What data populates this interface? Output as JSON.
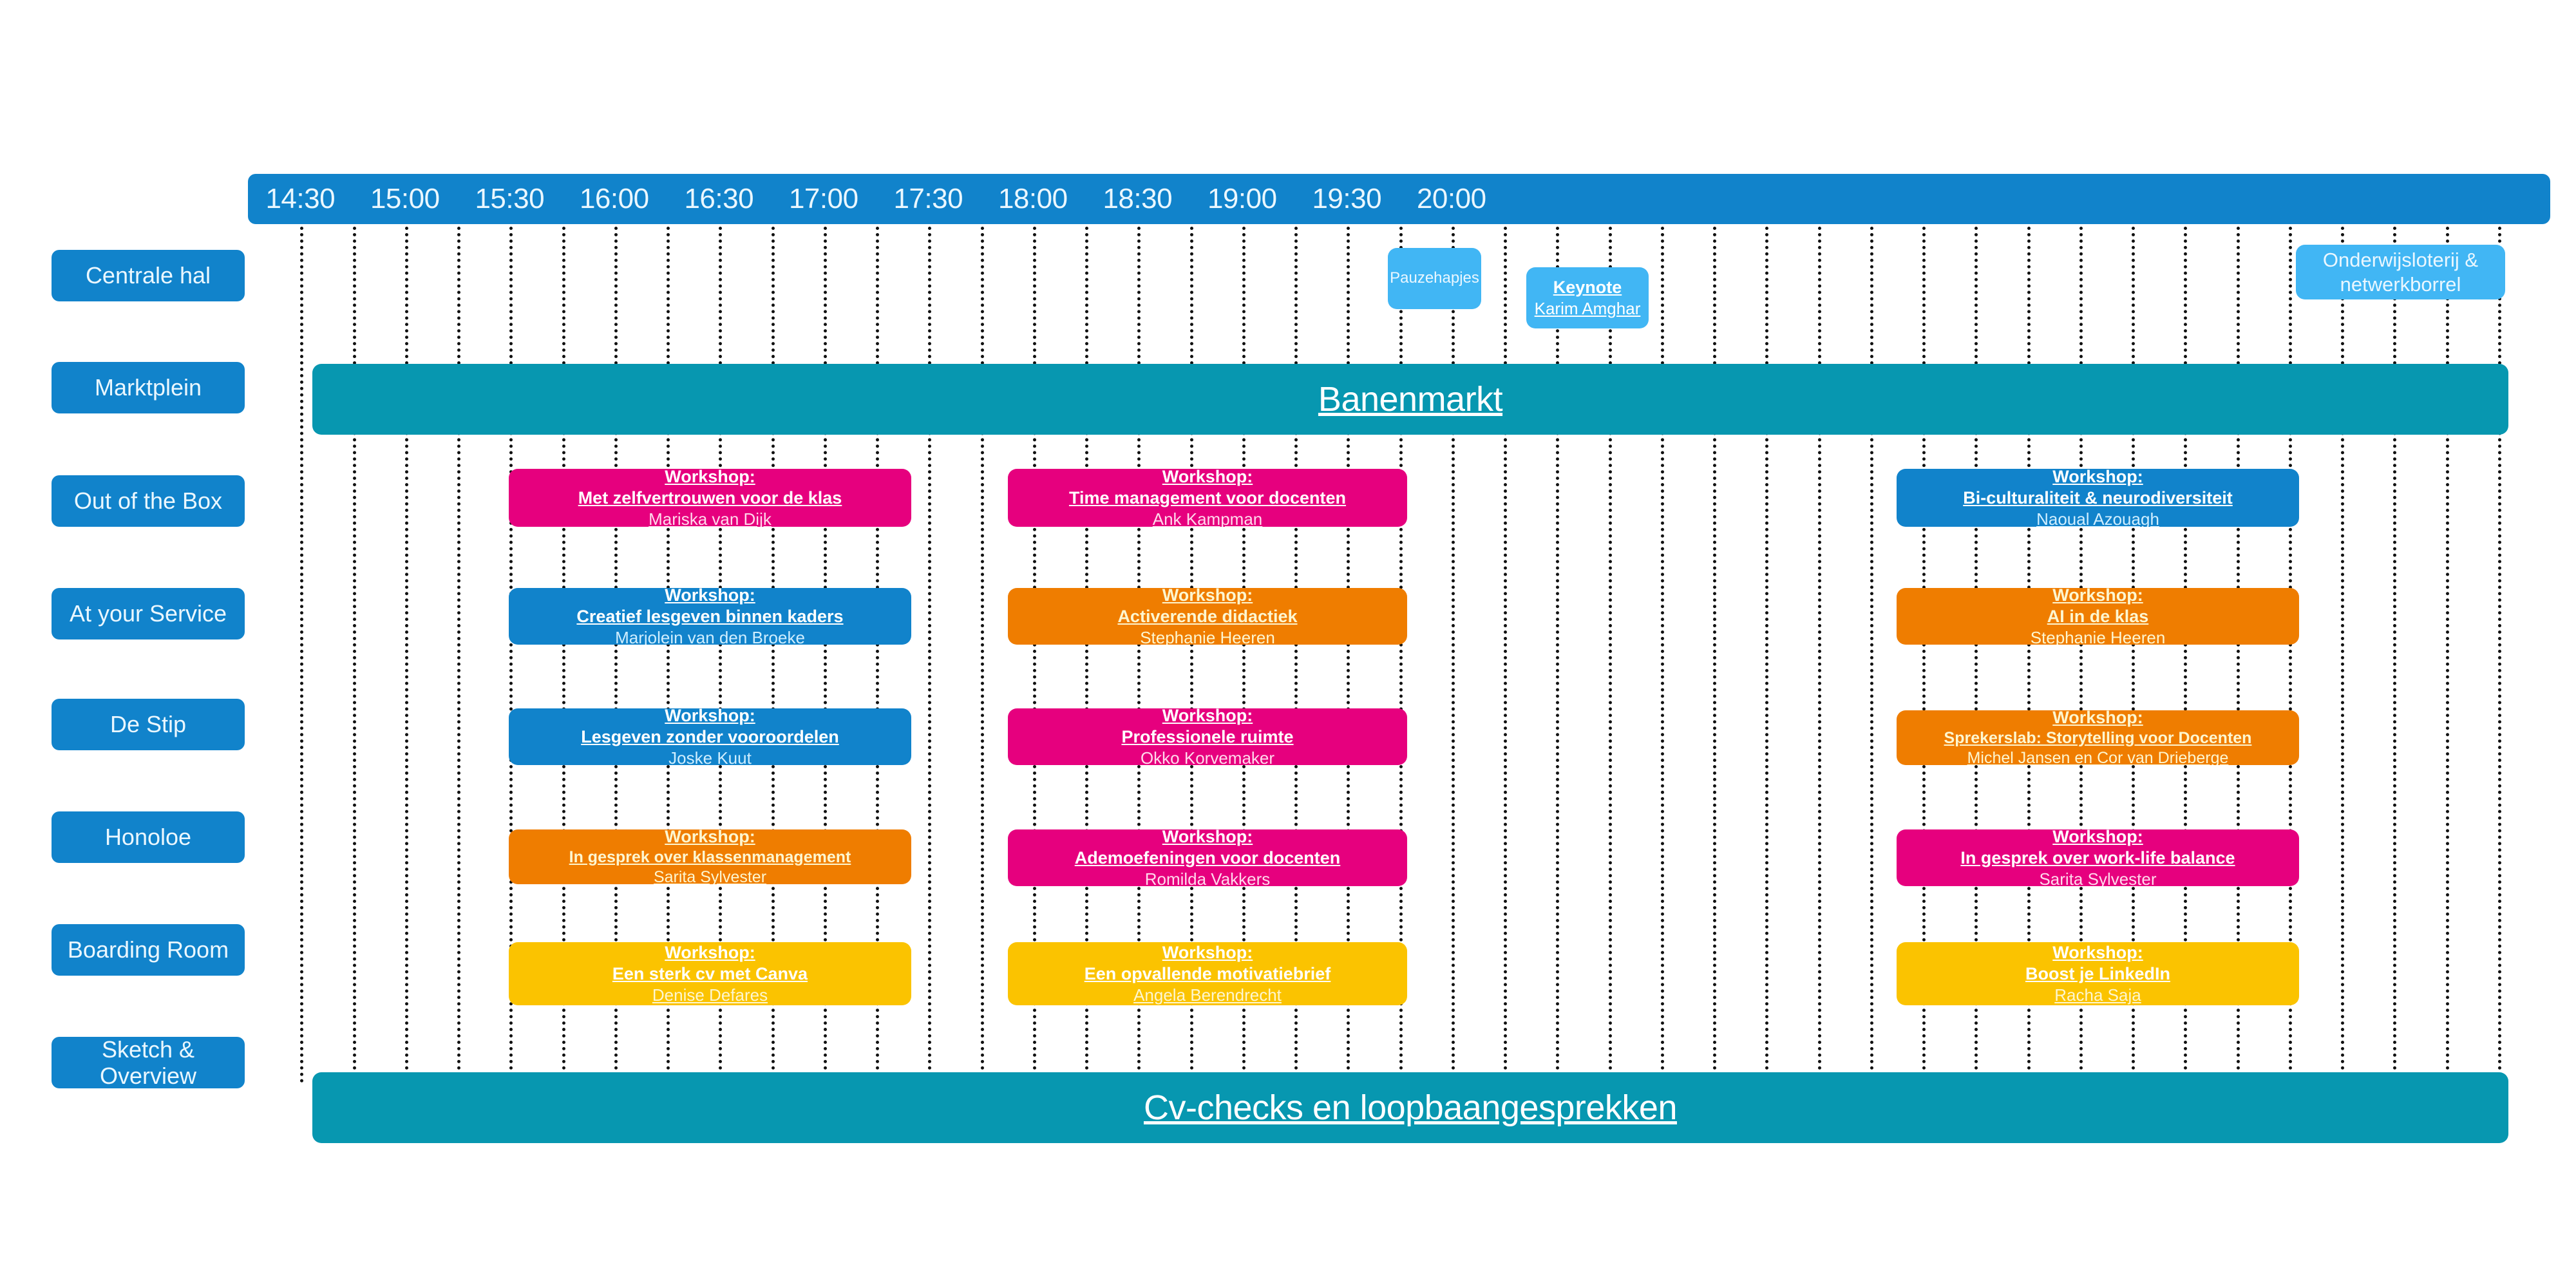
{
  "timeline": {
    "labels": [
      "14:30",
      "15:00",
      "15:30",
      "16:00",
      "16:30",
      "17:00",
      "17:30",
      "18:00",
      "18:30",
      "19:00",
      "19:30",
      "20:00"
    ],
    "bar_color": "#1183cb",
    "gridline_color": "#111111",
    "slot_minutes": 15
  },
  "rooms": [
    {
      "label": "Centrale hal"
    },
    {
      "label": "Marktplein"
    },
    {
      "label": "Out of the Box"
    },
    {
      "label": "At your Service"
    },
    {
      "label": "De Stip"
    },
    {
      "label": "Honoloe"
    },
    {
      "label": "Boarding Room"
    },
    {
      "label": "Sketch & Overview"
    }
  ],
  "palette": {
    "pink": "#e6007e",
    "blue": "#1183cb",
    "orange": "#ef7d00",
    "yellow": "#fbc300",
    "sky": "#41b6f4",
    "teal": "#0797b0"
  },
  "sessions": [
    {
      "id": "s01",
      "room": "Centrale hal",
      "kicker": "",
      "title": "Pauzehapjes",
      "speaker": "",
      "color": "sky",
      "plain": true
    },
    {
      "id": "s02",
      "room": "Centrale hal",
      "kicker": "Keynote",
      "title": "",
      "speaker": "Karim Amghar",
      "color": "sky"
    },
    {
      "id": "s03",
      "room": "Centrale hal",
      "kicker": "",
      "title": "Onderwijsloterij & netwerkborrel",
      "speaker": "",
      "color": "sky",
      "plain": true
    },
    {
      "id": "s04",
      "room": "Marktplein",
      "kicker": "",
      "title": "Banenmarkt",
      "speaker": "",
      "color": "teal",
      "banner": true
    },
    {
      "id": "s05",
      "room": "Out of the Box",
      "kicker": "Workshop:",
      "title": "Met zelfvertrouwen voor de klas",
      "speaker": "Mariska van Dijk ",
      "color": "pink"
    },
    {
      "id": "s06",
      "room": "Out of the Box",
      "kicker": "Workshop:",
      "title": "Time management voor docenten",
      "speaker": "Ank Kampman",
      "color": "pink"
    },
    {
      "id": "s07",
      "room": "Out of the Box",
      "kicker": "Workshop:",
      "title": "Bi-culturaliteit & neurodiversiteit",
      "speaker": "Naoual Azouagh",
      "color": "blue"
    },
    {
      "id": "s08",
      "room": "At your Service",
      "kicker": "Workshop:",
      "title": "Creatief lesgeven binnen kaders",
      "speaker": "Marjolein van den Broeke",
      "color": "blue"
    },
    {
      "id": "s09",
      "room": "At your Service",
      "kicker": "Workshop:",
      "title": "Activerende didactiek",
      "speaker": "Stephanie Heeren",
      "color": "orange"
    },
    {
      "id": "s10",
      "room": "At your Service",
      "kicker": "Workshop:",
      "title": "AI in de klas",
      "speaker": "Stephanie Heeren",
      "color": "orange"
    },
    {
      "id": "s11",
      "room": "De Stip",
      "kicker": "Workshop:",
      "title": "Lesgeven zonder vooroordelen",
      "speaker": "Joske Kuut",
      "color": "blue"
    },
    {
      "id": "s12",
      "room": "De Stip",
      "kicker": "Workshop:",
      "title": "Professionele ruimte",
      "speaker": "Okko Korvemaker",
      "color": "pink"
    },
    {
      "id": "s13",
      "room": "De Stip",
      "kicker": "Workshop:",
      "title": "Sprekerslab: Storytelling voor Docenten",
      "speaker": "Michel Jansen en Cor van Drieberge ",
      "color": "orange",
      "small": true
    },
    {
      "id": "s14",
      "room": "Honoloe",
      "kicker": "Workshop:",
      "title": "In gesprek over klassenmanagement",
      "speaker": "Sarita Sylvester",
      "color": "orange",
      "small": true
    },
    {
      "id": "s15",
      "room": "Honoloe",
      "kicker": "Workshop:",
      "title": "Ademoefeningen voor docenten",
      "speaker": "Romilda Vakkers",
      "color": "pink"
    },
    {
      "id": "s16",
      "room": "Honoloe",
      "kicker": "Workshop:",
      "title": "In gesprek over work-life balance",
      "speaker": "Sarita Sylvester",
      "color": "pink"
    },
    {
      "id": "s17",
      "room": "Boarding Room",
      "kicker": "Workshop:",
      "title": "Een sterk cv met Canva",
      "speaker": "Denise Defares",
      "color": "yellow"
    },
    {
      "id": "s18",
      "room": "Boarding Room",
      "kicker": "Workshop:",
      "title": "Een opvallende motivatiebrief",
      "speaker": "Angela Berendrecht",
      "color": "yellow"
    },
    {
      "id": "s19",
      "room": "Boarding Room",
      "kicker": "Workshop:",
      "title": "Boost je LinkedIn",
      "speaker": "Racha Saja",
      "color": "yellow"
    },
    {
      "id": "s20",
      "room": "Sketch & Overview",
      "kicker": "",
      "title": "Cv-checks en loopbaangesprekken",
      "speaker": "",
      "color": "teal",
      "banner": true
    }
  ]
}
